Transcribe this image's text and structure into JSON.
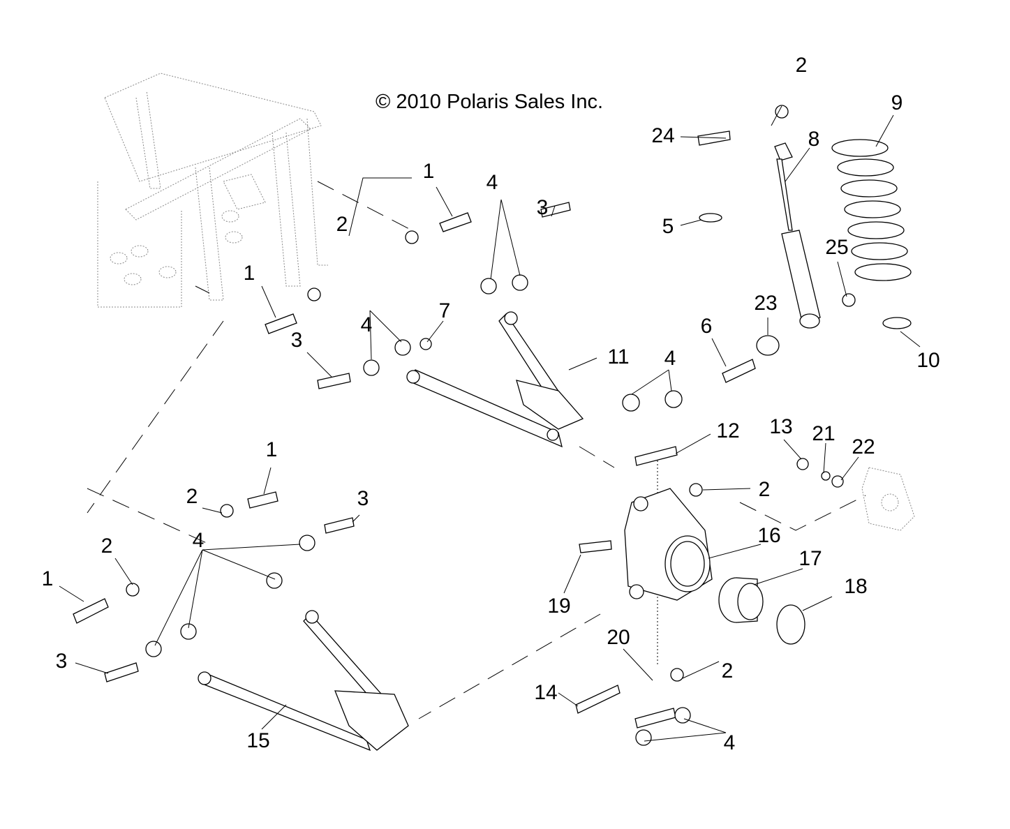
{
  "diagram": {
    "copyright": "© 2010 Polaris Sales Inc.",
    "callouts": [
      {
        "id": "c1a",
        "text": "1"
      },
      {
        "id": "c2a",
        "text": "2"
      },
      {
        "id": "c3a",
        "text": "3"
      },
      {
        "id": "c4a",
        "text": "4"
      },
      {
        "id": "c1b",
        "text": "1"
      },
      {
        "id": "c3b",
        "text": "3"
      },
      {
        "id": "c4b",
        "text": "4"
      },
      {
        "id": "c7",
        "text": "7"
      },
      {
        "id": "c11",
        "text": "11"
      },
      {
        "id": "c2b",
        "text": "2"
      },
      {
        "id": "c24",
        "text": "24"
      },
      {
        "id": "c8",
        "text": "8"
      },
      {
        "id": "c9",
        "text": "9"
      },
      {
        "id": "c5",
        "text": "5"
      },
      {
        "id": "c25",
        "text": "25"
      },
      {
        "id": "c23",
        "text": "23"
      },
      {
        "id": "c6",
        "text": "6"
      },
      {
        "id": "c10",
        "text": "10"
      },
      {
        "id": "c4c",
        "text": "4"
      },
      {
        "id": "c12",
        "text": "12"
      },
      {
        "id": "c13",
        "text": "13"
      },
      {
        "id": "c21",
        "text": "21"
      },
      {
        "id": "c22",
        "text": "22"
      },
      {
        "id": "c2c",
        "text": "2"
      },
      {
        "id": "c16",
        "text": "16"
      },
      {
        "id": "c17",
        "text": "17"
      },
      {
        "id": "c18",
        "text": "18"
      },
      {
        "id": "c19",
        "text": "19"
      },
      {
        "id": "c20",
        "text": "20"
      },
      {
        "id": "c2d",
        "text": "2"
      },
      {
        "id": "c14",
        "text": "14"
      },
      {
        "id": "c4d",
        "text": "4"
      },
      {
        "id": "c1c",
        "text": "1"
      },
      {
        "id": "c2e",
        "text": "2"
      },
      {
        "id": "c3c",
        "text": "3"
      },
      {
        "id": "c2f",
        "text": "2"
      },
      {
        "id": "c1d",
        "text": "1"
      },
      {
        "id": "c4e",
        "text": "4"
      },
      {
        "id": "c3d",
        "text": "3"
      },
      {
        "id": "c15",
        "text": "15"
      }
    ]
  }
}
